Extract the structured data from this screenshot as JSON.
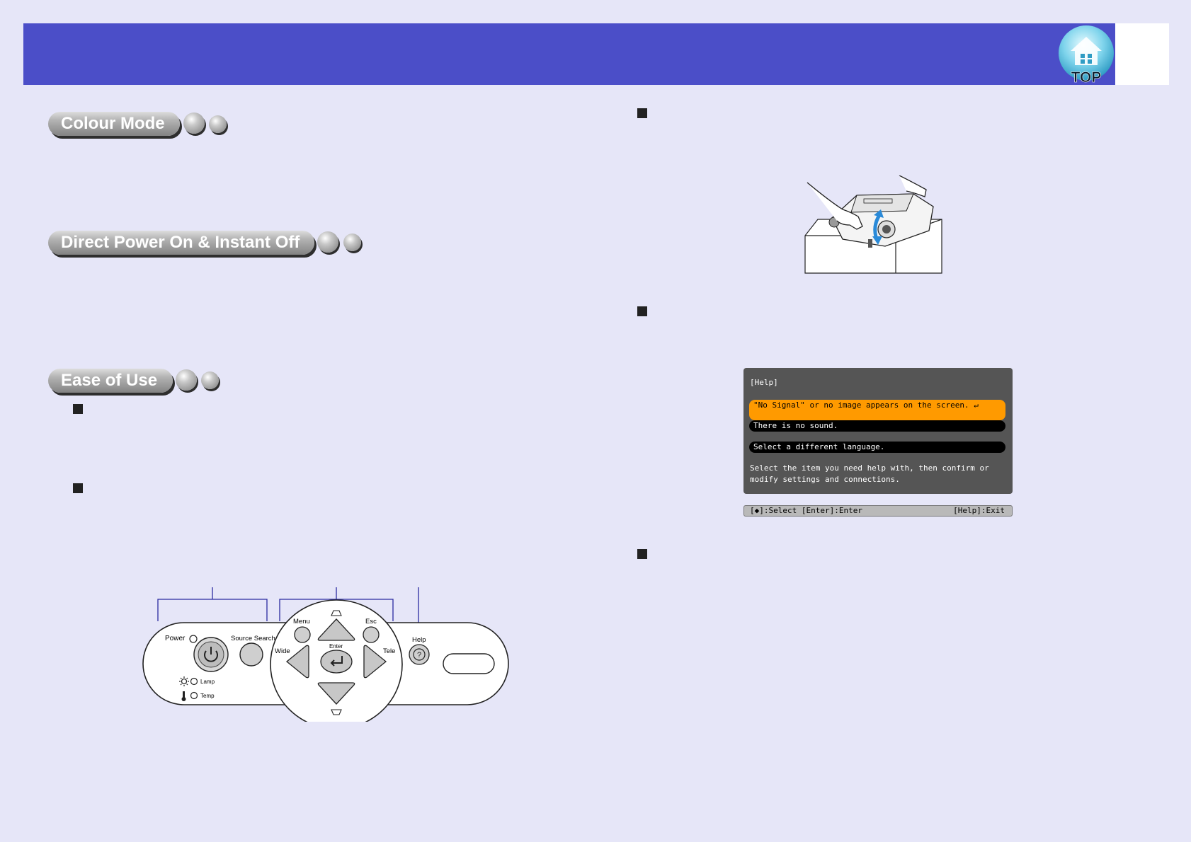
{
  "header": {
    "top_logo_text": "TOP"
  },
  "sections": [
    {
      "title": "Colour Mode"
    },
    {
      "title": "Direct Power On & Instant Off"
    },
    {
      "title": "Ease of Use"
    }
  ],
  "remote_panel": {
    "power_label": "Power",
    "source_search_label": "Source Search",
    "menu_label": "Menu",
    "esc_label": "Esc",
    "enter_label": "Enter",
    "wide_label": "Wide",
    "tele_label": "Tele",
    "help_label": "Help",
    "lamp_label": "Lamp",
    "temp_label": "Temp"
  },
  "help_screen": {
    "title": "[Help]",
    "items": [
      "\"No Signal\" or no image appears on the screen.",
      "There is no sound.",
      "Select a different language."
    ],
    "description": "Select the item you need help with, then confirm or modify settings and connections.",
    "footer_left": "[◆]:Select [Enter]:Enter",
    "footer_right": "[Help]:Exit"
  },
  "colors": {
    "header": "#4b4ec8",
    "background": "#e6e6f8",
    "help_highlight": "#ff9a00"
  }
}
